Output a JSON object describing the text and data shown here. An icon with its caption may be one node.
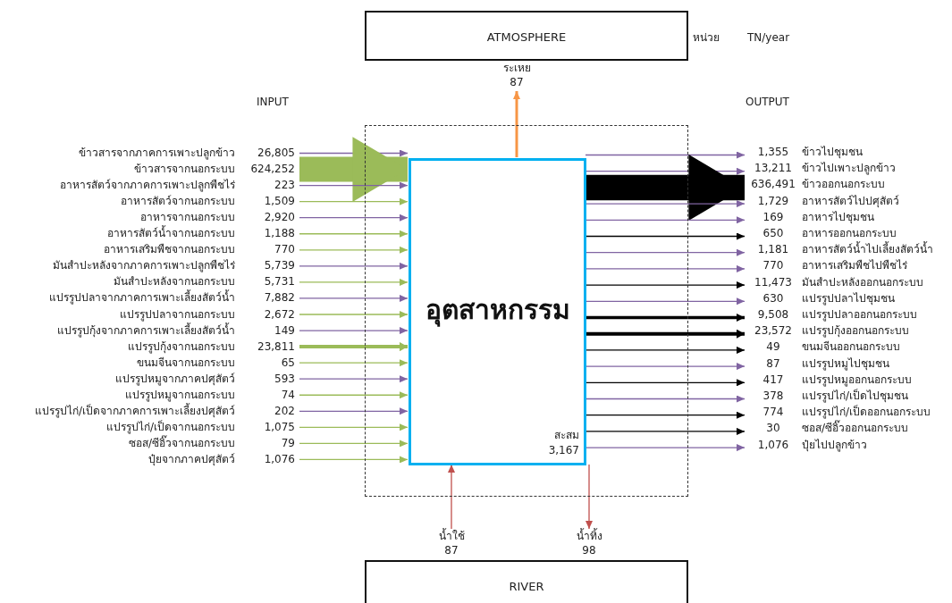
{
  "diagram": {
    "nodes": [
      {
        "text": [
          "ATMOSPHERE"
        ]
      },
      {
        "text": [
          "ระเหย",
          "87"
        ]
      },
      {
        "text": [],
        "shape": "box"
      },
      {
        "text": [
          "อุตสาหกรรม",
          "สะสม 3,167"
        ],
        "in": 2
      },
      {
        "text": [
          "ข้าวสารจากภาคการเพาะปลูกข้าว",
          "26,805"
        ]
      },
      {
        "text": [
          "ข้าวสารจากนอกระบบ",
          "624,252"
        ]
      },
      {
        "text": [
          "อาหารสัตว์จากภาคการเพาะปลูกพืชไร่",
          "223"
        ]
      },
      {
        "text": [
          "อาหารสัตว์จากนอกระบบ",
          "1,509"
        ]
      },
      {
        "text": [
          "อาหารจากนอกระบบ",
          "2,920"
        ]
      },
      {
        "text": [
          "อาหารสัตว์น้ำจากนอกระบบ",
          "1,188"
        ]
      },
      {
        "text": [
          "อาหารเสริมพืชจากนอกระบบ",
          "770"
        ]
      },
      {
        "text": [
          "มันสำปะหลังจากภาคการเพาะปลูกพืชไร่",
          "5,739"
        ]
      },
      {
        "text": [
          "มันสำปะหลังจากนอกระบบ",
          "5,731"
        ]
      },
      {
        "text": [
          "แปรรูปปลาจากภาคการเพาะเลี้ยงสัตว์น้ำ",
          "7,882"
        ]
      },
      {
        "text": [
          "แปรรูปปลาจากนอกระบบ",
          "2,672"
        ]
      },
      {
        "text": [
          "แปรรูปกุ้งจากภาคการเพาะเลี้ยงสัตว์น้ำ",
          "149"
        ]
      },
      {
        "text": [
          "แปรรูปกุ้งจากนอกระบบ",
          "23,811"
        ]
      },
      {
        "text": [
          "ขนมจีนจากนอกระบบ",
          "65"
        ]
      },
      {
        "text": [
          "แปรรูปหมูจากภาคปศุสัตว์",
          "593"
        ]
      },
      {
        "text": [
          "แปรรูปหมูจากนอกระบบ",
          "74"
        ]
      },
      {
        "text": [
          "แปรรูปไก่/เป็ดจากภาคการเพาะเลี้ยงปศุสัตว์",
          "202"
        ]
      },
      {
        "text": [
          "แปรรูปไก่/เป็ดจากนอกระบบ",
          "1,075"
        ]
      },
      {
        "text": [
          "ซอส/ซีอิ๊วจากนอกระบบ",
          "79"
        ]
      },
      {
        "text": [
          "ปุ๋ยจากภาคปศุสัตว์",
          "1,076"
        ]
      },
      {
        "text": [
          "1,355",
          "ข้าวไปชุมชน"
        ]
      },
      {
        "text": [
          "13,211",
          "ข้าวไปเพาะปลูกข้าว"
        ]
      },
      {
        "text": [
          "636,491",
          "ข้าวออกนอกระบบ"
        ]
      },
      {
        "text": [
          "1,729",
          "อาหารสัตว์ไปปศุสัตว์"
        ]
      },
      {
        "text": [
          "169",
          "อาหารไปชุมชน"
        ]
      },
      {
        "text": [
          "650",
          "อาหารออกนอกระบบ"
        ]
      },
      {
        "text": [
          "1,181",
          "อาหารสัตว์น้ำไปเลี้ยงสัตว์น้ำ"
        ]
      },
      {
        "text": [
          "770",
          "อาหารเสริมพืชไปพืชไร่"
        ]
      },
      {
        "text": [
          "11,473",
          "มันสำปะหลังออกนอกระบบ"
        ]
      },
      {
        "text": [
          "630",
          "แปรรูปปลาไปชุมชน"
        ]
      },
      {
        "text": [
          "9,508",
          "แปรรูปปลาออกนอกระบบ"
        ]
      },
      {
        "text": [
          "23,572",
          "แปรรูปกุ้งออกนอกระบบ"
        ]
      },
      {
        "text": [
          "49",
          "ขนมจีนออกนอกระบบ"
        ]
      },
      {
        "text": [
          "87",
          "แปรรูปหมูไปชุมชน"
        ]
      },
      {
        "text": [
          "417",
          "แปรรูปหมูออกนอกระบบ"
        ]
      },
      {
        "text": [
          "378",
          "แปรรูปไก่/เป็ดไปชุมชน"
        ]
      },
      {
        "text": [
          "774",
          "แปรรูปไก่/เป็ดออกนอกระบบ"
        ]
      },
      {
        "text": [
          "30",
          "ซอส/ซีอิ๊วออกนอกระบบ"
        ]
      },
      {
        "text": [
          "1,076",
          "ปุ๋ยไปปลูกข้าว"
        ]
      },
      {
        "text": [
          "น้ำใช้",
          "87"
        ]
      },
      {
        "text": [
          "น้ำทิ้ง",
          "98"
        ]
      },
      {
        "text": [
          "RIVER"
        ]
      }
    ],
    "edges": [
      {
        "from": 3,
        "to": 1,
        "arrow": "to",
        "style": "thick",
        "color": "#f79646"
      },
      {
        "from": 4,
        "to": 3,
        "arrow": "to"
      },
      {
        "from": 5,
        "to": 3,
        "arrow": "to",
        "style": "thick",
        "color": "#9bbb59"
      },
      {
        "from": 6,
        "to": 3,
        "arrow": "to"
      },
      {
        "from": 7,
        "to": 3,
        "arrow": "to",
        "color": "#9bbb59"
      },
      {
        "from": 8,
        "to": 3,
        "arrow": "to"
      },
      {
        "from": 9,
        "to": 3,
        "arrow": "to",
        "color": "#9bbb59"
      },
      {
        "from": 10,
        "to": 3,
        "arrow": "to",
        "color": "#9bbb59"
      },
      {
        "from": 11,
        "to": 3,
        "arrow": "to"
      },
      {
        "from": 12,
        "to": 3,
        "arrow": "to",
        "color": "#9bbb59"
      },
      {
        "from": 13,
        "to": 3,
        "arrow": "to"
      },
      {
        "from": 14,
        "to": 3,
        "arrow": "to",
        "color": "#9bbb59"
      },
      {
        "from": 15,
        "to": 3,
        "arrow": "to"
      },
      {
        "from": 16,
        "to": 3,
        "arrow": "to",
        "style": "thick",
        "color": "#9bbb59"
      },
      {
        "from": 17,
        "to": 3,
        "arrow": "to",
        "color": "#9bbb59"
      },
      {
        "from": 18,
        "to": 3,
        "arrow": "to"
      },
      {
        "from": 19,
        "to": 3,
        "arrow": "to",
        "color": "#9bbb59"
      },
      {
        "from": 20,
        "to": 3,
        "arrow": "to"
      },
      {
        "from": 21,
        "to": 3,
        "arrow": "to",
        "color": "#9bbb59"
      },
      {
        "from": 22,
        "to": 3,
        "arrow": "to",
        "color": "#9bbb59"
      },
      {
        "from": 23,
        "to": 3,
        "arrow": "to",
        "color": "#9bbb59"
      },
      {
        "from": 3,
        "to": 24,
        "arrow": "to"
      },
      {
        "from": 3,
        "to": 25,
        "arrow": "to"
      },
      {
        "from": 3,
        "to": 26,
        "arrow": "to",
        "style": "thick",
        "color": "#000000"
      },
      {
        "from": 3,
        "to": 27,
        "arrow": "to"
      },
      {
        "from": 3,
        "to": 28,
        "arrow": "to"
      },
      {
        "from": 3,
        "to": 29,
        "arrow": "to",
        "color": "#000000"
      },
      {
        "from": 3,
        "to": 30,
        "arrow": "to"
      },
      {
        "from": 3,
        "to": 31,
        "arrow": "to"
      },
      {
        "from": 3,
        "to": 32,
        "arrow": "to",
        "color": "#000000"
      },
      {
        "from": 3,
        "to": 33,
        "arrow": "to"
      },
      {
        "from": 3,
        "to": 34,
        "arrow": "to",
        "style": "thick",
        "color": "#000000"
      },
      {
        "from": 3,
        "to": 35,
        "arrow": "to",
        "style": "thick",
        "color": "#000000"
      },
      {
        "from": 3,
        "to": 36,
        "arrow": "to",
        "color": "#000000"
      },
      {
        "from": 3,
        "to": 37,
        "arrow": "to"
      },
      {
        "from": 3,
        "to": 38,
        "arrow": "to",
        "color": "#000000"
      },
      {
        "from": 3,
        "to": 39,
        "arrow": "to"
      },
      {
        "from": 3,
        "to": 40,
        "arrow": "to",
        "color": "#000000"
      },
      {
        "from": 3,
        "to": 41,
        "arrow": "to",
        "color": "#000000"
      },
      {
        "from": 3,
        "to": 42,
        "arrow": "to"
      },
      {
        "from": 43,
        "to": 3,
        "arrow": "to",
        "color": "#c0504d"
      },
      {
        "from": 3,
        "to": 44,
        "arrow": "to",
        "color": "#c0504d"
      }
    ],
    "labels": [
      "หน่วย",
      "TN/year",
      "INPUT",
      "OUTPUT"
    ]
  }
}
